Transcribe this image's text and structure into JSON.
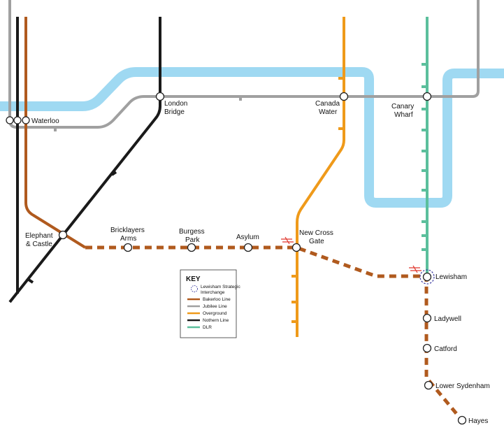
{
  "colors": {
    "river": "#9fd9f2",
    "bakerloo": "#b05a1e",
    "jubilee": "#a0a0a0",
    "overground": "#ef9a1a",
    "northern": "#1a1a1a",
    "dlr": "#5bbf9c",
    "national_rail": "#e0362c",
    "interchange": "#3a3aa0"
  },
  "stations": {
    "waterloo": "Waterloo",
    "london_bridge_1": "London",
    "london_bridge_2": "Bridge",
    "canada_water_1": "Canada",
    "canada_water_2": "Water",
    "canary_wharf_1": "Canary",
    "canary_wharf_2": "Wharf",
    "elephant_1": "Elephant",
    "elephant_2": "& Castle",
    "bricklayers_1": "Bricklayers",
    "bricklayers_2": "Arms",
    "burgess_1": "Burgess",
    "burgess_2": "Park",
    "asylum": "Asylum",
    "new_cross_1": "New Cross",
    "new_cross_2": "Gate",
    "lewisham": "Lewisham",
    "ladywell": "Ladywell",
    "catford": "Catford",
    "lower_sydenham": "Lower Sydenham",
    "hayes": "Hayes"
  },
  "key": {
    "title": "KEY",
    "items": [
      {
        "label_1": "Lewisham Strategic",
        "label_2": "Interchange",
        "icon": "dashed-circle-icon"
      },
      {
        "label": "Bakerloo Line",
        "color": "#b05a1e"
      },
      {
        "label": "Jubilee Line",
        "color": "#a0a0a0"
      },
      {
        "label": "Overground",
        "color": "#ef9a1a"
      },
      {
        "label": "Nothern Line",
        "color": "#1a1a1a"
      },
      {
        "label": "DLR",
        "color": "#5bbf9c"
      }
    ]
  }
}
